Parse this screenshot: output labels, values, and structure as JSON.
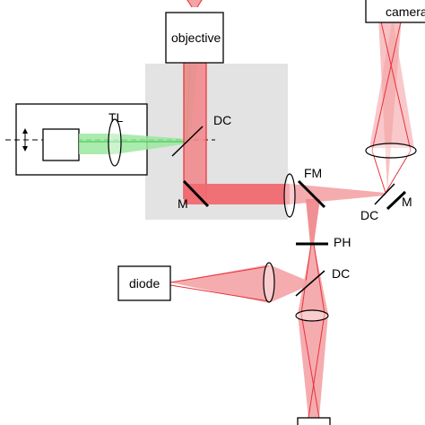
{
  "colors": {
    "red_beam": "#e8323a",
    "red_fill": "#f4a3a6",
    "green_beam": "#29c93a",
    "green_fill": "#9be8a0",
    "box_gray": "#e3e3e3"
  },
  "labels": {
    "objective": "objective",
    "camera": "camera",
    "tl": "TL",
    "dc_top": "DC",
    "fm": "FM",
    "m_left": "M",
    "m_right": "M",
    "dc_right": "DC",
    "ph": "PH",
    "diode": "diode",
    "dc_bottom": "DC"
  }
}
